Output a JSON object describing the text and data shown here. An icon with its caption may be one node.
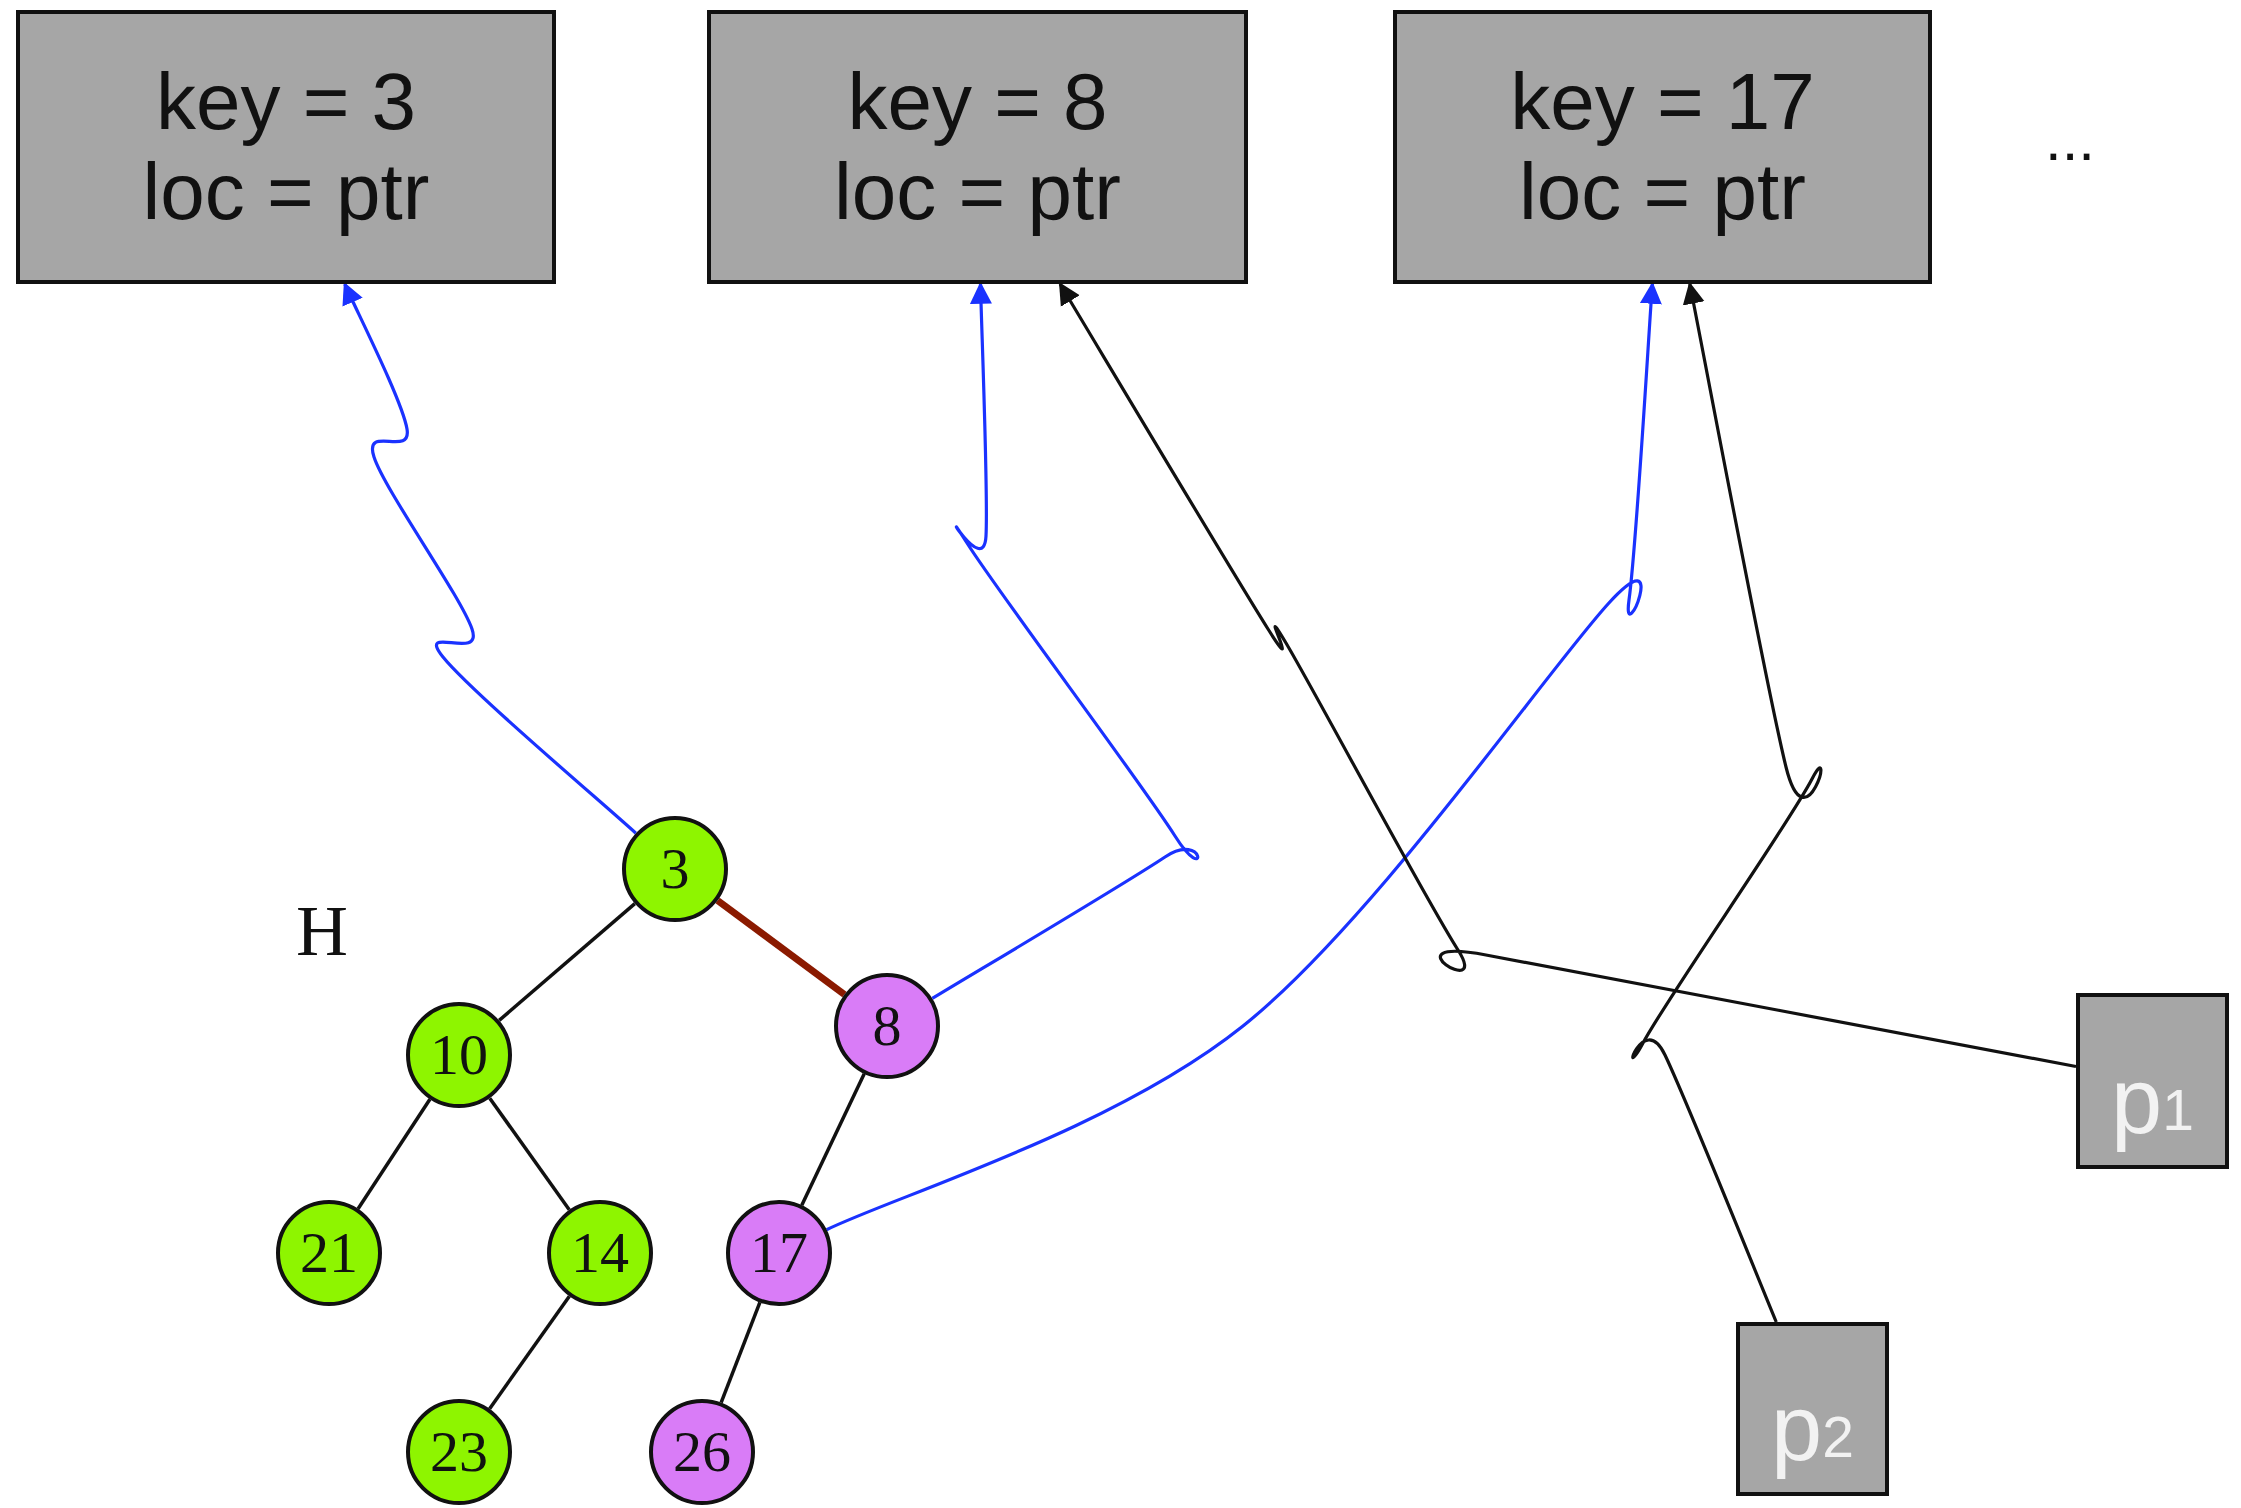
{
  "diagram": {
    "nodes": [
      {
        "text": [
          "key = 3",
          "loc = ptr"
        ]
      },
      {
        "text": [
          "key = 8",
          "loc = ptr"
        ]
      },
      {
        "text": [
          "key = 17",
          "loc = ptr"
        ]
      },
      {
        "text": [
          "3"
        ]
      },
      {
        "text": [
          "p$_{1}$"
        ]
      },
      {
        "text": [
          "8"
        ]
      },
      {
        "text": [
          "10"
        ]
      },
      {
        "text": [
          "21"
        ]
      },
      {
        "text": [
          "14"
        ]
      },
      {
        "text": [
          "17"
        ]
      },
      {
        "text": [
          "p$_{2}$"
        ]
      },
      {
        "text": [
          "23"
        ]
      },
      {
        "text": [
          "26"
        ]
      }
    ],
    "edges": [
      {
        "from": 3,
        "to": 6,
        "arrow": "none"
      },
      {
        "from": 3,
        "to": 5,
        "arrow": "none",
        "style": "thick",
        "color": "#8b1a00"
      },
      {
        "from": 6,
        "to": 7,
        "arrow": "none"
      },
      {
        "from": 6,
        "to": 8,
        "arrow": "none"
      },
      {
        "from": 8,
        "to": 11,
        "arrow": "none"
      },
      {
        "from": 5,
        "to": 9,
        "arrow": "none"
      },
      {
        "from": 9,
        "to": 12,
        "arrow": "none"
      },
      {
        "from": 3,
        "to": 0,
        "arrow": "to",
        "color": "#1a32ff"
      },
      {
        "from": 5,
        "to": 1,
        "arrow": "to",
        "color": "#1a32ff"
      },
      {
        "from": 9,
        "to": 2,
        "arrow": "to",
        "color": "#1a32ff"
      },
      {
        "from": 4,
        "to": 1,
        "arrow": "to"
      },
      {
        "from": 10,
        "to": 2,
        "arrow": "to"
      }
    ],
    "labels": [
      "H",
      "..."
    ]
  }
}
